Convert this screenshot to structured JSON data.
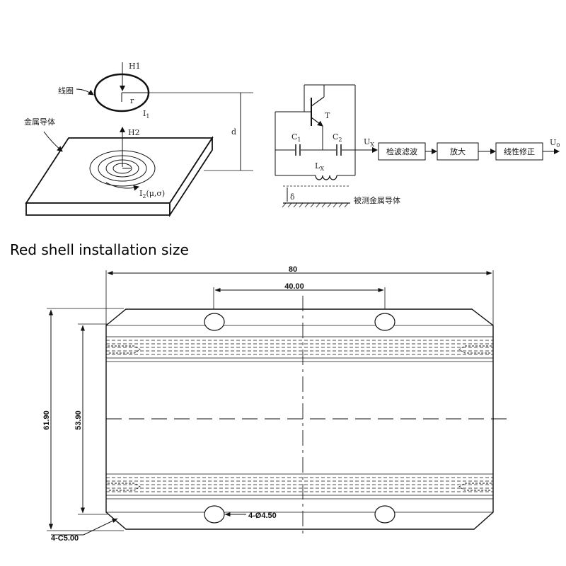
{
  "top_diagram": {
    "coil_label": "线圈",
    "h1": "H1",
    "r": "r",
    "i1": "I",
    "i1_sub": "1",
    "conductor_label": "金属导体",
    "h2": "H2",
    "d": "d",
    "i2": "I",
    "i2_sub": "2",
    "i2_params": "(μ,σ)"
  },
  "circuit": {
    "t": "T",
    "c1": "C",
    "c1_sub": "1",
    "c2": "C",
    "c2_sub": "2",
    "ux": "U",
    "ux_sub": "X",
    "lx": "L",
    "lx_sub": "X",
    "delta": "δ",
    "measured_conductor": "被测金属导体",
    "blocks": [
      "检波滤波",
      "放大",
      "线性修正"
    ],
    "u0": "U",
    "u0_sub": "0"
  },
  "section_title": "Red shell installation size",
  "dimensions": {
    "width": "80",
    "hole_spacing": "40.00",
    "outer_height": "61.90",
    "inner_height": "53.90",
    "holes": "4-Ø4.50",
    "chamfer": "4-C5.00"
  }
}
